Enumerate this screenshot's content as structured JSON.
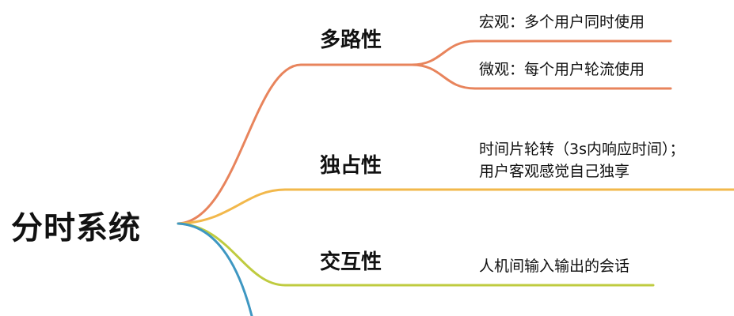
{
  "mindmap": {
    "root": "分时系统",
    "branches": [
      {
        "label": "多路性",
        "color": "#E8845C",
        "leaves": [
          "宏观：多个用户同时使用",
          "微观：每个用户轮流使用"
        ]
      },
      {
        "label": "独占性",
        "color": "#F2B84B",
        "leaves": [
          "时间片轮转（3s内响应时间）；",
          "用户客观感觉自己独享"
        ]
      },
      {
        "label": "交互性",
        "color": "#BFCB3F",
        "leaves": [
          "人机间输入输出的会话"
        ]
      },
      {
        "label": "",
        "color": "#3E97C2",
        "leaves": []
      }
    ]
  }
}
